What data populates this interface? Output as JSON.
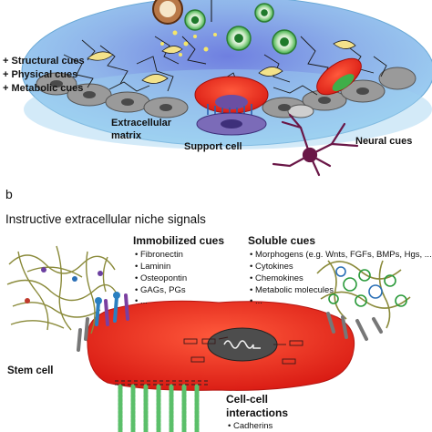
{
  "panel_a": {
    "cues": [
      "+ Structural cues",
      "+ Physical cues",
      "+ Metabolic cues"
    ],
    "ecm_label_line1": "Extracellular",
    "ecm_label_line2": "matrix",
    "support_cell_label": "Support cell",
    "neural_cues_label": "Neural cues"
  },
  "panel_b": {
    "panel_letter": "b",
    "title": "Instructive extracellular niche signals",
    "immobilized": {
      "heading": "Immobilized cues",
      "items": [
        "• Fibronectin",
        "• Laminin",
        "• Osteopontin",
        "• GAGs, PGs",
        "• ..."
      ]
    },
    "soluble": {
      "heading": "Soluble cues",
      "items": [
        "• Morphogens (e.g. Wnts, FGFs, BMPs, Hgs, ...)",
        "• Cytokines",
        "• Chemokines",
        "• Metabolic molecules",
        "• ..."
      ]
    },
    "stem_cell_label": "Stem cell",
    "cell_cell_line1": "Cell-cell",
    "cell_cell_line2": "interactions",
    "cadherins": "• Cadherins"
  },
  "colors": {
    "ellipse_fill": "#7fc0ea",
    "ellipse_inner": "#8fa3df",
    "stem_cell_fill": "#e2231a",
    "neuron": "#6a1747",
    "nucleus_purple": "#6b4fa3",
    "green_cell": "#3fae49",
    "cadherin_green": "#5bbf6a"
  }
}
